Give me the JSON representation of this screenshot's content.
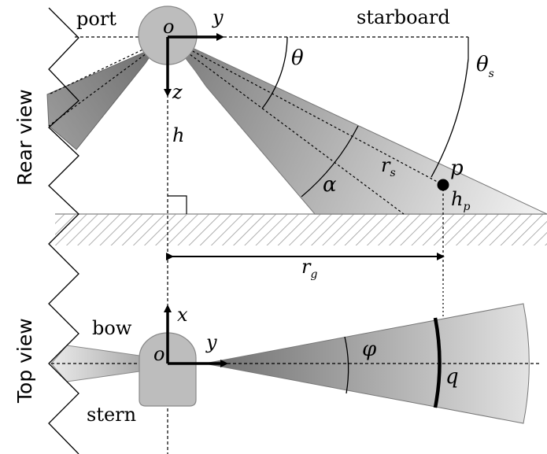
{
  "rear_view": {
    "view_label": "Rear view",
    "port_label": "port",
    "starboard_label": "starboard",
    "origin_label": "o",
    "y_axis_label": "y",
    "z_axis_label": "z",
    "theta_label": "θ",
    "theta_s_label": "θ",
    "theta_s_sub": "s",
    "h_label": "h",
    "alpha_label": "α",
    "r_s_label": "r",
    "r_s_sub": "s",
    "point_label": "p",
    "h_p_label": "h",
    "h_p_sub": "p",
    "r_g_label": "r",
    "r_g_sub": "g"
  },
  "top_view": {
    "view_label": "Top view",
    "bow_label": "bow",
    "stern_label": "stern",
    "origin_label": "o",
    "x_axis_label": "x",
    "y_axis_label": "y",
    "phi_label": "φ",
    "q_label": "q"
  },
  "colors": {
    "beam_dark": "#7f7f7f",
    "beam_light": "#f2f2f2",
    "vessel_fill": "#bdbdbd",
    "seabed_hatch": "#9a9a9a",
    "point_fill": "#000000"
  }
}
